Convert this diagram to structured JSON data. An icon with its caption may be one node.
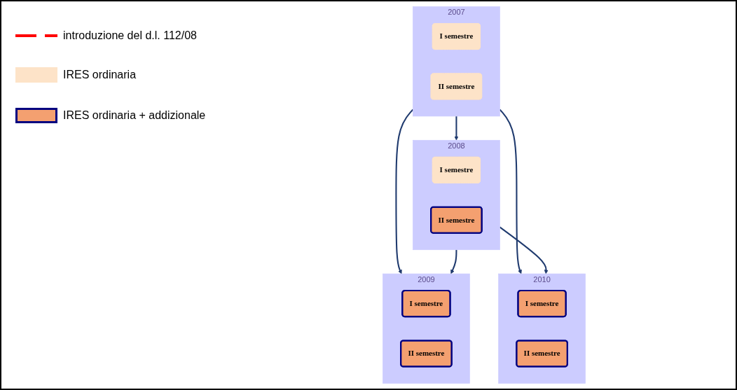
{
  "diagram": {
    "nodes": [
      {
        "text": [
          "2007"
        ]
      },
      {
        "text": [
          "I semestre"
        ],
        "in": 0
      },
      {
        "text": [
          "II semestre"
        ],
        "in": 0
      },
      {
        "text": [
          "2008"
        ]
      },
      {
        "text": [
          "I semestre"
        ],
        "in": 3
      },
      {
        "text": [
          "II semestre"
        ],
        "in": 3
      },
      {
        "text": [
          "2009"
        ]
      },
      {
        "text": [
          "I semestre"
        ],
        "in": 6
      },
      {
        "text": [
          "II semestre"
        ],
        "in": 6
      },
      {
        "text": [
          "2010"
        ]
      },
      {
        "text": [
          "I semestre"
        ],
        "in": 9
      },
      {
        "text": [
          "II semestre"
        ],
        "in": 9
      }
    ],
    "edges": [
      {
        "from": 0,
        "to": 3,
        "arrow": "to"
      },
      {
        "from": 0,
        "to": 6,
        "arrow": "to"
      },
      {
        "from": 0,
        "to": 9,
        "arrow": "to"
      },
      {
        "from": 3,
        "to": 6,
        "arrow": "to"
      },
      {
        "from": 3,
        "to": 9,
        "arrow": "to"
      }
    ],
    "legend": [
      {
        "text": "introduzione del d.l. 112/08"
      },
      {
        "text": "IRES ordinaria",
        "color": "#fde3c8"
      },
      {
        "text": "IRES ordinaria + addizionale",
        "color": "#f4a070"
      }
    ]
  }
}
